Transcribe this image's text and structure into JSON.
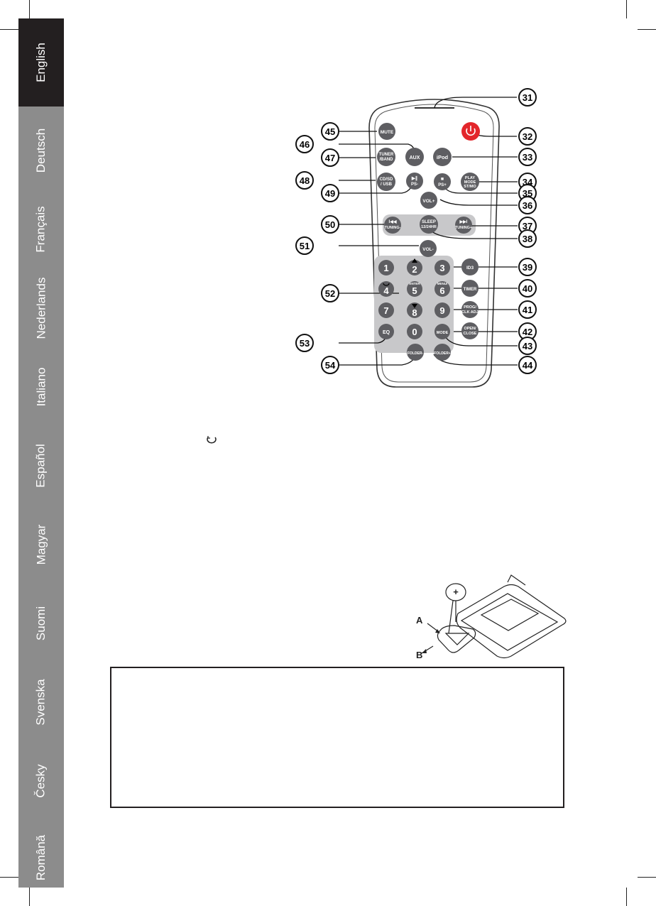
{
  "sidebar": {
    "languages": [
      "English",
      "Deutsch",
      "Français",
      "Nederlands",
      "Italiano",
      "Español",
      "Magyar",
      "Suomi",
      "Svenska",
      "Česky",
      "Română"
    ],
    "active": "English",
    "colors": {
      "active_bg": "#231f20",
      "inactive_bg": "#8c8c8c"
    }
  },
  "remote": {
    "callouts": [
      "31",
      "32",
      "33",
      "34",
      "35",
      "36",
      "37",
      "38",
      "39",
      "40",
      "41",
      "42",
      "43",
      "44",
      "45",
      "46",
      "47",
      "48",
      "49",
      "50",
      "51",
      "52",
      "53",
      "54"
    ],
    "buttons": {
      "mute": "MUTE",
      "aux": "AUX",
      "ipod": "iPod",
      "tuner_l1": "TUNER",
      "tuner_l2": "/BAND",
      "play_l1": "PLAY",
      "play_l2": "MODE",
      "play_l3": "ST/MO",
      "cdsd_l1": "CD/SD",
      "cdsd_l2": "/ USB",
      "playpause_l1": "▶∥",
      "playpause_l2": "PS-",
      "stop_l1": "■",
      "stop_l2": "PS+",
      "volup": "VOL+",
      "prev_l1": "I◀◀",
      "prev_l2": "TUNING-",
      "sleep_l1": "SLEEP",
      "sleep_l2": "12/24HR",
      "next_l1": "▶▶I",
      "next_l2": "TUNING+",
      "voldown": "VOL-",
      "id3": "ID3",
      "timer": "TIMER",
      "prog_l1": "PROG/",
      "prog_l2": "CLK ADJ",
      "open_l1": "OPEN/",
      "open_l2": "CLOSE",
      "eq": "EQ",
      "mode": "MODE",
      "folder_down": "FOLDER-",
      "folder_up": "FOLDER+",
      "enter": "ENTER",
      "menu": "MENU/",
      "digits": [
        "1",
        "2",
        "3",
        "4",
        "5",
        "6",
        "7",
        "8",
        "9",
        "0"
      ]
    },
    "colors": {
      "power": "#e3262b",
      "button": "#5e5e62",
      "keypad_panel": "#c8c8ca"
    }
  },
  "battery": {
    "label_a": "A",
    "label_b": "B"
  }
}
